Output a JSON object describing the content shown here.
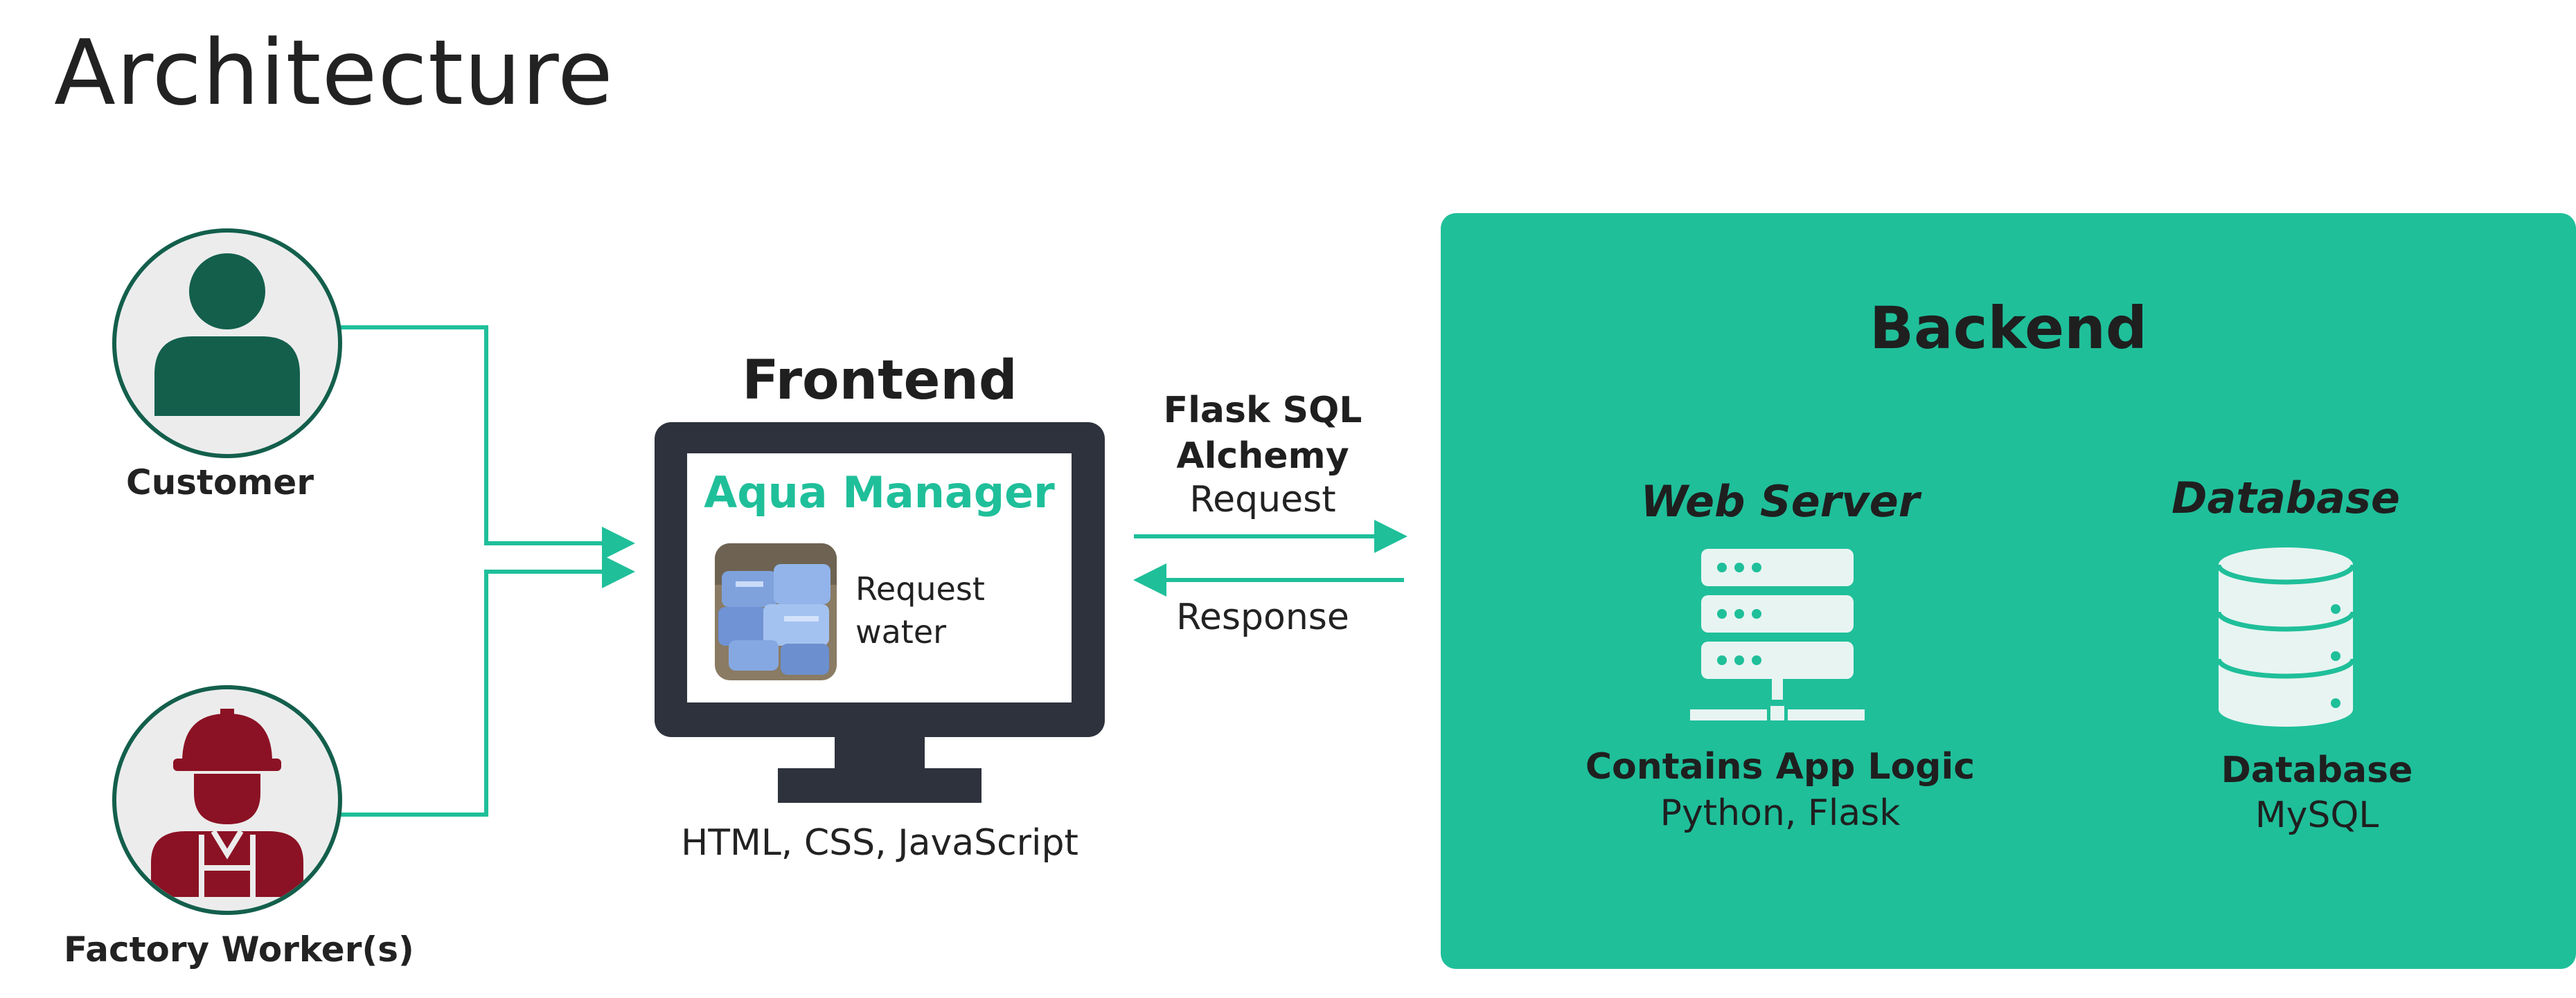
{
  "title": "Architecture",
  "actors": {
    "customer": {
      "label": "Customer"
    },
    "factory_worker": {
      "label": "Factory Worker(s)"
    }
  },
  "frontend": {
    "heading": "Frontend",
    "app_name": "Aqua Manager",
    "action_line1": "Request",
    "action_line2": "water",
    "tech": "HTML, CSS, JavaScript"
  },
  "connection": {
    "request_line1": "Flask SQL",
    "request_line2": "Alchemy",
    "request_label": "Request",
    "response_label": "Response"
  },
  "backend": {
    "heading": "Backend",
    "web_server": {
      "title": "Web Server",
      "desc": "Contains App Logic",
      "tech": "Python, Flask"
    },
    "database": {
      "title": "Database",
      "desc": "Database",
      "tech": "MySQL"
    }
  },
  "colors": {
    "accent": "#1fbf9a",
    "customer_icon": "#135f4c",
    "worker_icon": "#8b1224",
    "monitor": "#2e323c"
  },
  "icons": [
    "customer-icon",
    "factory-worker-icon",
    "monitor-icon",
    "server-icon",
    "database-icon"
  ]
}
